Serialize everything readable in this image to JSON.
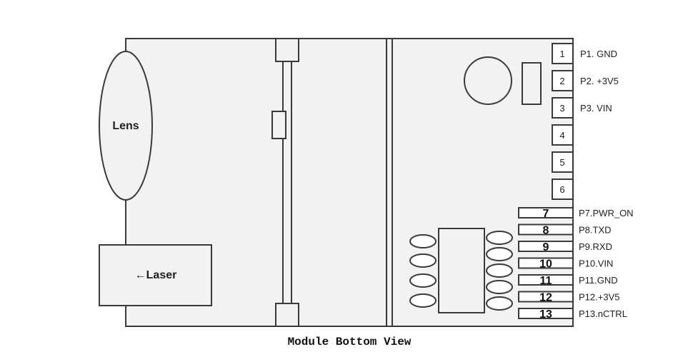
{
  "diagram": {
    "caption": "Module Bottom View",
    "lens_label": "Lens",
    "laser_label": "←Laser",
    "upper_pins": [
      {
        "num": "1",
        "label": "P1. GND"
      },
      {
        "num": "2",
        "label": "P2. +3V5"
      },
      {
        "num": "3",
        "label": "P3. VIN"
      },
      {
        "num": "4",
        "label": ""
      },
      {
        "num": "5",
        "label": ""
      },
      {
        "num": "6",
        "label": ""
      }
    ],
    "lower_pins": [
      {
        "num": "7",
        "label": "P7.PWR_ON"
      },
      {
        "num": "8",
        "label": "P8.TXD"
      },
      {
        "num": "9",
        "label": "P9.RXD"
      },
      {
        "num": "10",
        "label": "P10.VIN"
      },
      {
        "num": "11",
        "label": "P11.GND"
      },
      {
        "num": "12",
        "label": "P12.+3V5"
      },
      {
        "num": "13",
        "label": "P13.nCTRL"
      }
    ]
  },
  "colors": {
    "board_fill": "#f2f2f2",
    "outline": "#3a3a3a"
  }
}
